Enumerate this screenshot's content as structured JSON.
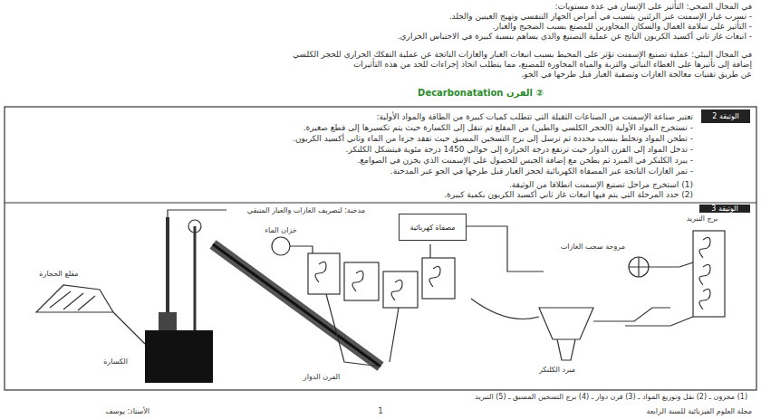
{
  "diagram": {
    "nodes": [
      {
        "text": [
          "الوثيقة 2"
        ]
      },
      {
        "text": [
          "مصفاة كهربائية"
        ]
      }
    ],
    "labels": [
      "في المجال الصحي: التأثير على الإنسان في عدة مستويات:",
      "- تسرب غبار الإسمنت عبر الرئتين يتسبب في أمراض الجهاز التنفسي وتهيج العينين والجلد.",
      "- التأثير على سلامة العمال والسكان المجاورين للمصنع بسبب الضجيج والغبار.",
      "- انبعاث غاز ثاني أكسيد الكربون الناتج عن عملية التصنيع والذي يساهم بنسبة كبيرة في الاحتباس الحراري.",
      "في المجال البيئي: عملية تصنيع الإسمنت تؤثر على المحيط بسبب انبعاث الغبار والغازات الناتجة عن عملية التفكك الحراري للحجر الكلسي",
      "إضافة إلى تأثيرها على الغطاء النباتي والتربة والمياه المجاورة للمصنع، مما يتطلب اتخاذ إجراءات للحد من هذه التأثيرات",
      "عن طريق تقنيات معالجة الغازات وتصفية الغبار قبل طرحها في الجو.",
      "② الفرن Decarbonatation",
      "تعتبر صناعة الإسمنت من الصناعات الثقيلة التي تتطلب كميات كبيرة من الطاقة والمواد الأولية:",
      "- تستخرج المواد الأولية (الحجر الكلسي والطين) من المقلع ثم تنقل إلى الكسارة حيث يتم تكسيرها إلى قطع صغيرة.",
      "- تطحن المواد وتخلط بنسب محددة ثم ترسل إلى برج التسخين المسبق حيث تفقد جزءا من الماء وثاني أكسيد الكربون.",
      "- تدخل المواد إلى الفرن الدوار حيث ترتفع درجة الحرارة إلى حوالي 1450 درجة مئوية فيتشكل الكلنكر.",
      "- يبرد الكلنكر في المبرد ثم يطحن مع إضافة الجبس للحصول على الإسمنت الذي يخزن في الصوامع.",
      "- تمر الغازات الناتجة عبر المصفاة الكهربائية لحجز الغبار قبل طرحها في الجو عبر المدخنة.",
      "(1) استخرج مراحل تصنيع الإسمنت انطلاقا من الوثيقة.",
      "(2) حدد المرحلة التي يتم فيها انبعاث غاز ثاني أكسيد الكربون بكمية كبيرة.",
      "الوثيقة 3",
      "مدخنة: لتصريف الغازات والغبار المتبقي",
      "برج التبريد",
      "مروحة سحب الغازات",
      "خزان الماء",
      "مقلع الحجارة",
      "الكسارة",
      "الفرن الدوار",
      "مبرد الكلنكر",
      "(1) مخزون ـ (2) نقل وتوزيع المواد ـ (3) فرن دوار ـ (4) برج التسخين المسبق ـ (5) التبريد",
      "مجلة العلوم الفيزيائية للسنة الرابعة",
      "1",
      "الأستاذ: يوسف"
    ]
  }
}
